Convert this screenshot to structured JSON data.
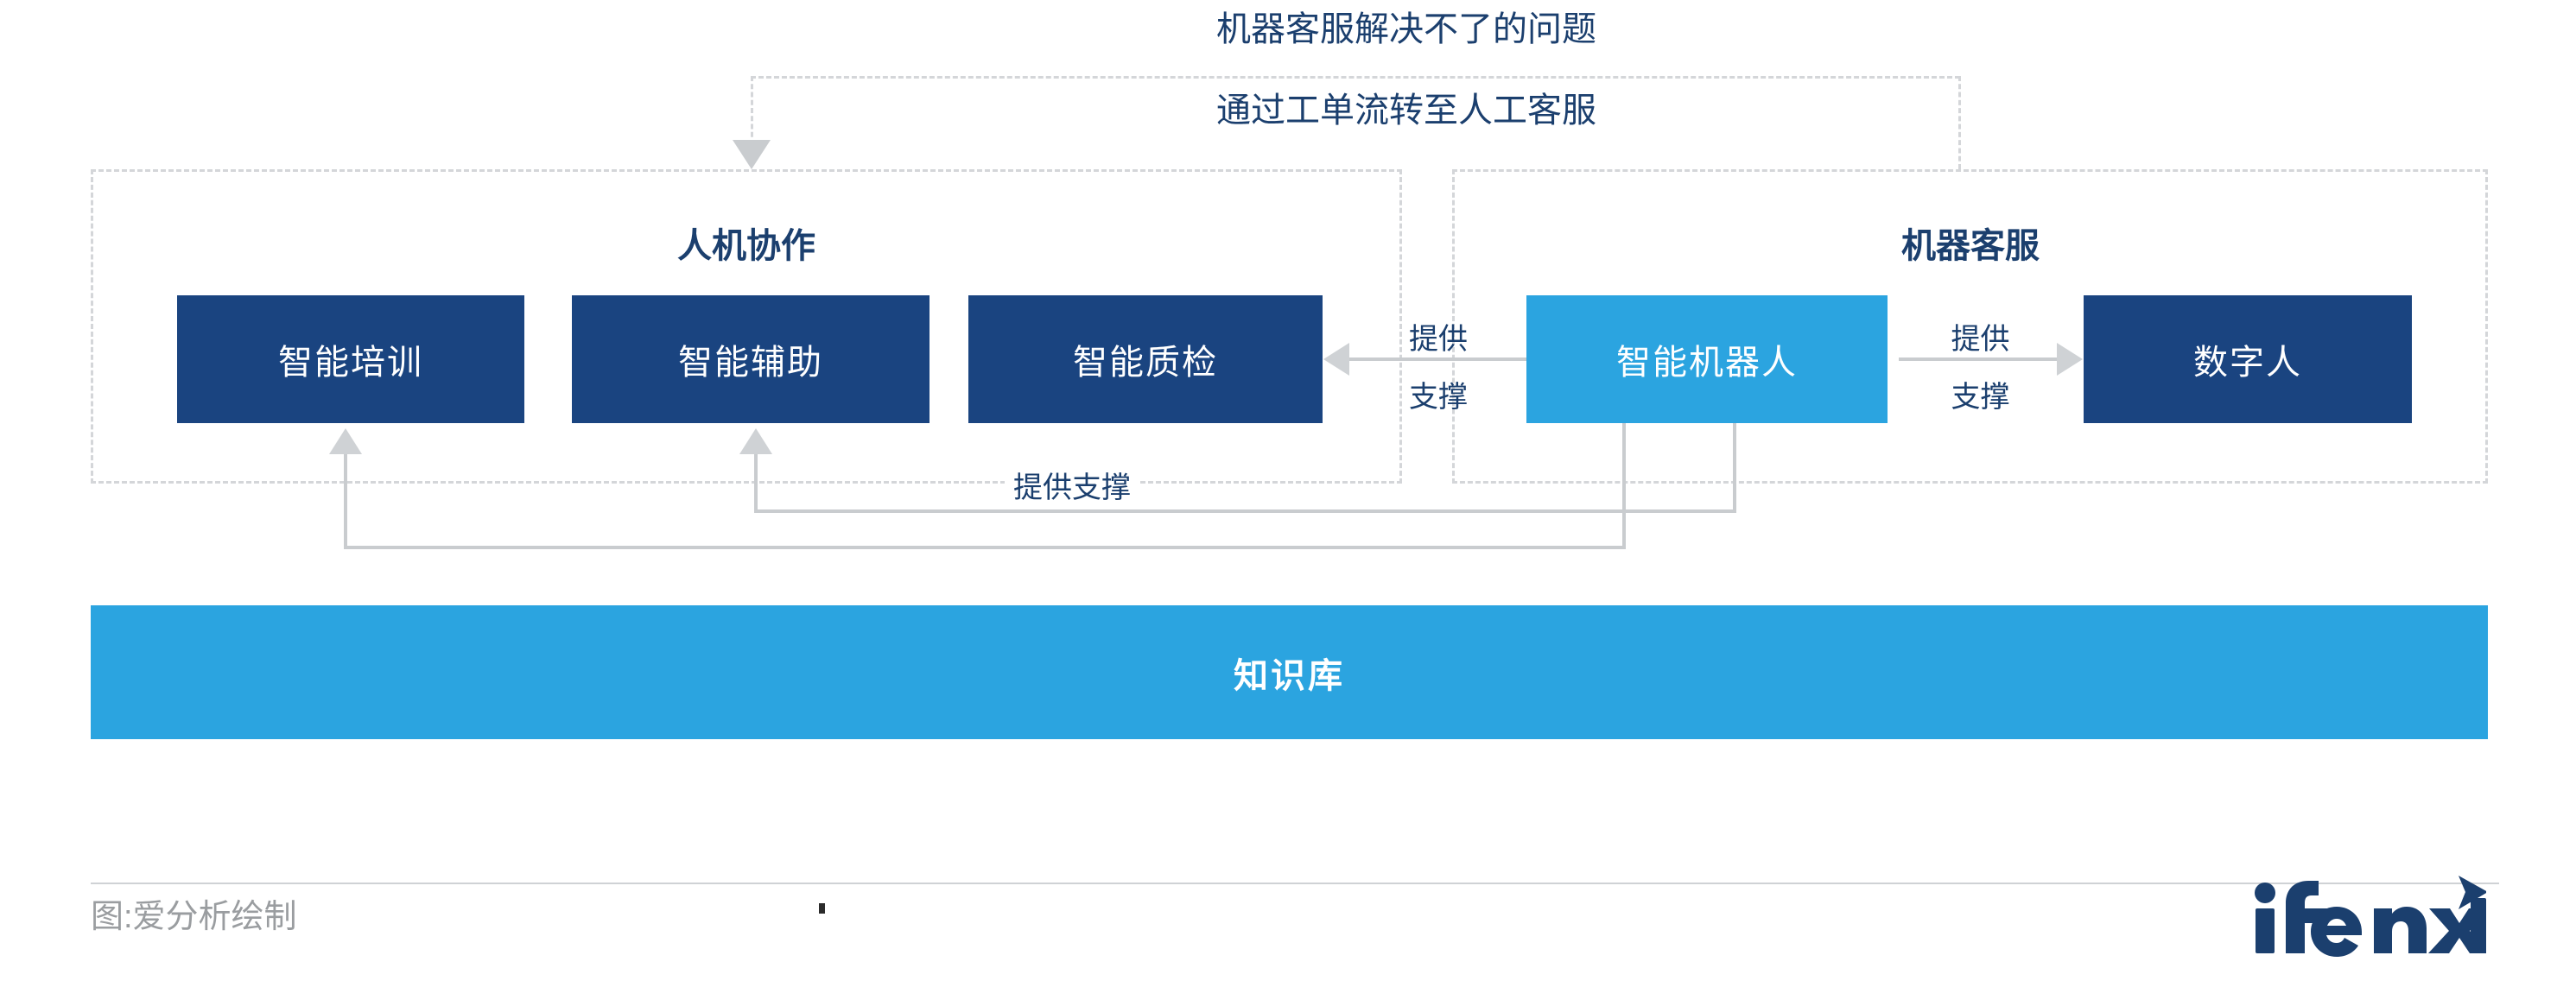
{
  "diagram": {
    "top_note_line1": "机器客服解决不了的问题",
    "top_note_line2": "通过工单流转至人工客服",
    "groups": [
      {
        "id": "human-machine",
        "title": "人机协作"
      },
      {
        "id": "robot-service",
        "title": "机器客服"
      }
    ],
    "nodes": [
      {
        "id": "smart-training",
        "label": "智能培训",
        "color": "#1a4480",
        "group": "human-machine"
      },
      {
        "id": "smart-assist",
        "label": "智能辅助",
        "color": "#1a4480",
        "group": "human-machine"
      },
      {
        "id": "smart-quality",
        "label": "智能质检",
        "color": "#1a4480",
        "group": "human-machine"
      },
      {
        "id": "smart-robot",
        "label": "智能机器人",
        "color": "#2ba4e0",
        "group": "robot-service"
      },
      {
        "id": "digital-human",
        "label": "数字人",
        "color": "#1a4480",
        "group": "robot-service"
      }
    ],
    "edges": [
      {
        "id": "robot-to-quality",
        "from": "smart-robot",
        "to": "smart-quality",
        "label_top": "提供",
        "label_bottom": "支撑",
        "direction": "left"
      },
      {
        "id": "robot-to-digital",
        "from": "smart-robot",
        "to": "digital-human",
        "label_top": "提供",
        "label_bottom": "支撑",
        "direction": "right"
      },
      {
        "id": "robot-to-assist",
        "from": "smart-robot",
        "to": "smart-assist",
        "label": "提供支撑",
        "direction": "up"
      },
      {
        "id": "robot-to-training",
        "from": "smart-robot",
        "to": "smart-training",
        "label": "",
        "direction": "up"
      }
    ],
    "support_label": "提供支撑",
    "knowledge_base": {
      "label": "知识库",
      "color": "#2ba4e0"
    }
  },
  "footer": {
    "caption": "图:爱分析绘制",
    "logo_text": "ifenxi",
    "logo_color": "#1b3f6e"
  },
  "colors": {
    "dark_blue": "#1a4480",
    "light_blue": "#2ba4e0",
    "text_blue": "#1b3f6e",
    "line_gray": "#c9cccf",
    "dash_gray": "#d4d6d9",
    "caption_gray": "#9a9da0"
  }
}
